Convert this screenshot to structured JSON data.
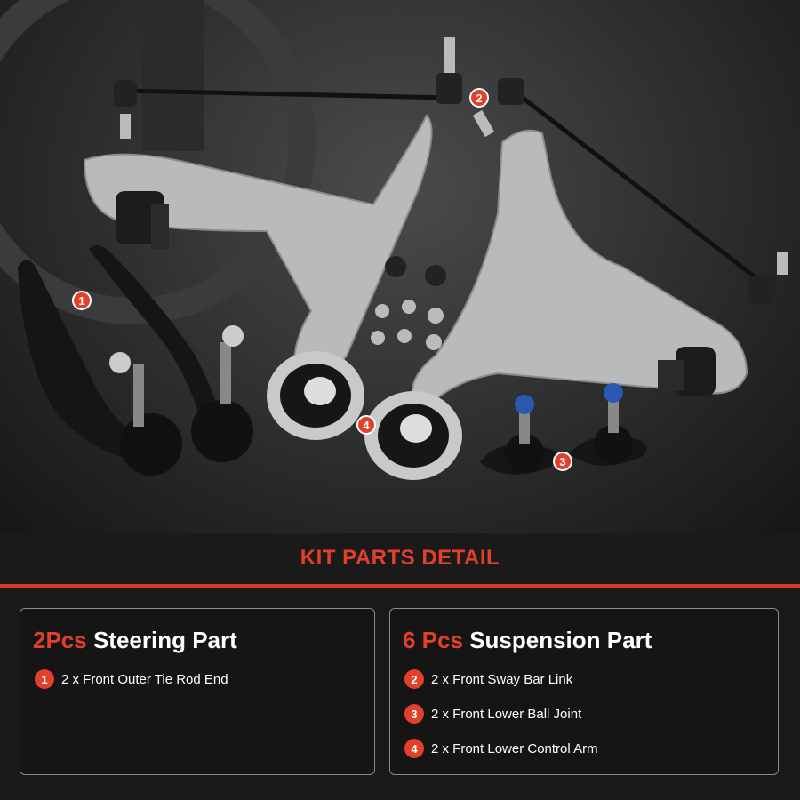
{
  "photo": {
    "badges": [
      "1",
      "2",
      "3",
      "4"
    ]
  },
  "kit_title": "KIT PARTS DETAIL",
  "steering": {
    "qty": "2Pcs",
    "label": "Steering Part",
    "items": [
      {
        "num": "1",
        "text": "2 x Front Outer Tie Rod End"
      }
    ]
  },
  "suspension": {
    "qty": "6 Pcs",
    "label": "Suspension Part",
    "items": [
      {
        "num": "2",
        "text": "2 x Front Sway Bar Link"
      },
      {
        "num": "3",
        "text": "2 x Front Lower Ball Joint"
      },
      {
        "num": "4",
        "text": "2 x Front Lower Control Arm"
      }
    ]
  },
  "colors": {
    "accent": "#e2402a",
    "background": "#1a1a1a"
  }
}
